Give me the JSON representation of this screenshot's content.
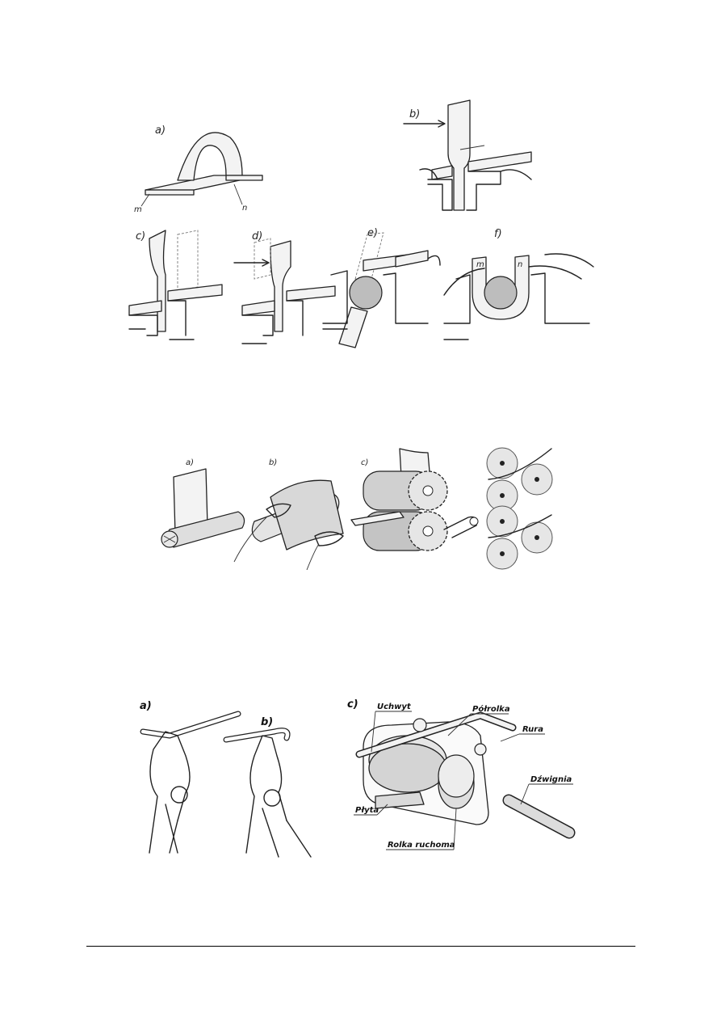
{
  "figure1": {
    "labels": [
      "a)",
      "b)",
      "c)",
      "d)",
      "e)",
      "f)"
    ],
    "mark_m": "m",
    "mark_n": "n"
  },
  "figure2": {
    "labels": [
      "a)",
      "b)",
      "c)"
    ]
  },
  "figure3": {
    "labels": [
      "a)",
      "b)",
      "c)"
    ],
    "callouts": {
      "uchwyt": "Uchwyt",
      "polrolka": "Półrolka",
      "rura": "Rura",
      "dzwignia": "Dźwignia",
      "plyta": "Płyta",
      "rolka_ruchoma": "Rolka ruchoma"
    }
  }
}
